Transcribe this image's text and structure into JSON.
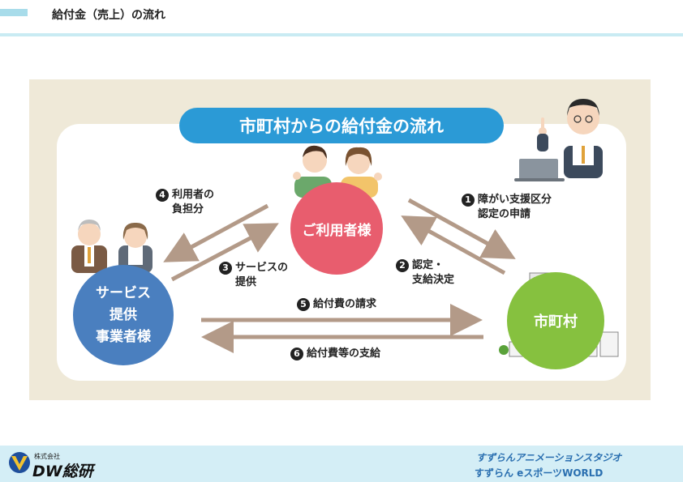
{
  "header": {
    "title": "給付金（売上）の流れ"
  },
  "diagram": {
    "title": "市町村からの給付金の流れ",
    "nodes": {
      "user": "ご利用者様",
      "provider_lines": [
        "サービス",
        "提供",
        "事業者様"
      ],
      "city": "市町村"
    },
    "steps": {
      "s1": {
        "num": "1",
        "line1": "障がい支援区分",
        "line2": "認定の申請"
      },
      "s2": {
        "num": "2",
        "line1": "認定・",
        "line2": "支給決定"
      },
      "s3": {
        "num": "3",
        "line1": "サービスの",
        "line2": "提供"
      },
      "s4": {
        "num": "4",
        "line1": "利用者の",
        "line2": "負担分"
      },
      "s5": {
        "num": "5",
        "line1": "給付費の請求"
      },
      "s6": {
        "num": "6",
        "line1": "給付費等の支給"
      }
    },
    "colors": {
      "user": "#e85d6e",
      "provider": "#4a7fbf",
      "city": "#86c13f",
      "title_pill": "#2b9ad6",
      "arrow": "#b39a88"
    }
  },
  "footer": {
    "logo_small": "株式会社",
    "logo_text": "DW総研",
    "line1": "すずらんアニメーションスタジオ",
    "line2": "すずらん eスポーツWORLD"
  }
}
